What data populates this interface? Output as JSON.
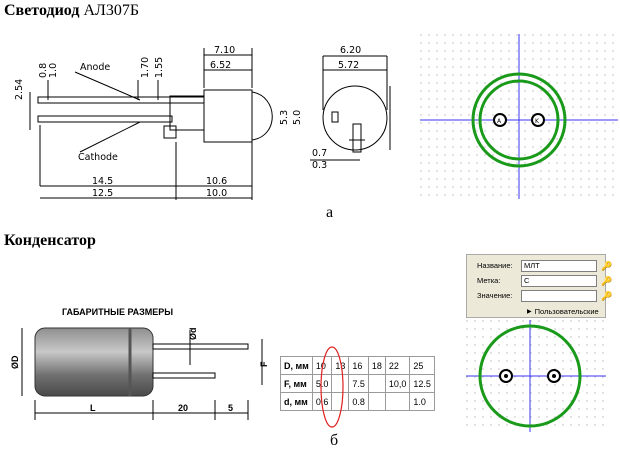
{
  "section_a": {
    "title_bold": "Светодиод",
    "title_normal": "АЛ307Б",
    "caption": "а",
    "dims": {
      "d1": "2.54",
      "d2": "0.8",
      "d3": "1.0",
      "d4": "1.70",
      "d5": "1.55",
      "d6": "7.10",
      "d7": "6.52",
      "d8": "6.20",
      "d9": "5.72",
      "d10": "5.3",
      "d11": "5.0",
      "d12": "0.7",
      "d13": "0.3",
      "d14": "14.5",
      "d15": "12.5",
      "d16": "10.6",
      "d17": "10.0"
    },
    "label_anode": "Anode",
    "label_cathode": "Cathode",
    "footprint_pin_a": "A",
    "footprint_pin_k": "K"
  },
  "section_b": {
    "title": "Конденсатор",
    "caption": "б",
    "dims_title": "ГАБАРИТНЫЕ РАЗМЕРЫ",
    "dim_D": "ØD",
    "dim_d": "Ød",
    "dim_F": "F",
    "dim_L": "L",
    "dim_20": "20",
    "dim_5": "5",
    "table": [
      [
        "D, мм",
        "10",
        "13",
        "16",
        "18",
        "22",
        "25"
      ],
      [
        "F, мм",
        "5.0",
        "",
        "7.5",
        "",
        "10,0",
        "12.5"
      ],
      [
        "d, мм",
        "0.6",
        "",
        "0.8",
        "",
        "",
        "1.0"
      ]
    ],
    "panel": {
      "name_label": "Название:",
      "name_value": "МЛТ",
      "tag_label": "Метка:",
      "tag_value": "C",
      "value_label": "Значение:",
      "value_value": "",
      "user_button": "Пользовательские"
    }
  },
  "colors": {
    "ring": "#1a9a1a",
    "axis": "#3a3af0",
    "ellipse": "#e02020",
    "grid": "#b8b8b8"
  }
}
